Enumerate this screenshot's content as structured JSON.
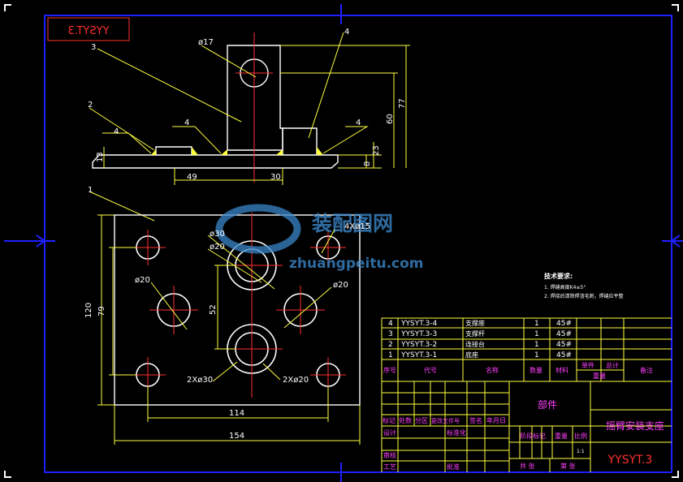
{
  "title_stamp": "YYSYT.3",
  "balloons": [
    "3",
    "2",
    "4",
    "1"
  ],
  "dims": {
    "d17": "ø17",
    "w49": "49",
    "w30": "30",
    "h77": "77",
    "h60": "60",
    "h23": "23",
    "h8": "8",
    "h13": "13",
    "weld": "4",
    "hole4": "4Xø15",
    "d30": "ø30",
    "d20": "ø20",
    "d20_left": "ø20",
    "d20_right": "ø20",
    "h120": "120",
    "h79": "79",
    "h52": "52",
    "w114": "114",
    "w154": "154",
    "two_d30": "2Xø30",
    "two_d20": "2Xø20"
  },
  "watermark": {
    "cn": "装配图网",
    "url": "zhuangpeitu.com"
  },
  "tech": {
    "title": "技术要求:",
    "line1": "1. 焊缝高度K4≥5°",
    "line2": "2. 焊接后清除焊渣毛刺，焊缝应平整"
  },
  "parts": [
    {
      "no": "4",
      "code": "YYSYT.3-4",
      "name": "支撑座",
      "qty": "1",
      "mat": "45#"
    },
    {
      "no": "3",
      "code": "YYSYT.3-3",
      "name": "支撑杆",
      "qty": "1",
      "mat": "45#"
    },
    {
      "no": "2",
      "code": "YYSYT.3-2",
      "name": "连接台",
      "qty": "1",
      "mat": "45#"
    },
    {
      "no": "1",
      "code": "YYSYT.3-1",
      "name": "底座",
      "qty": "1",
      "mat": "45#"
    }
  ],
  "header": {
    "no": "序号",
    "code": "代号",
    "name": "名称",
    "qty": "数量",
    "mat": "材料",
    "unit": "单件",
    "total": "总计",
    "weight": "重量",
    "note": "备注"
  },
  "title_block": {
    "assembly": "部件",
    "drawing_name": "摇臂安装支座",
    "drawing_no": "YYSYT.3",
    "marks": [
      "标记",
      "处数",
      "分区",
      "更改文件号",
      "签名",
      "年月日"
    ],
    "design": "设计",
    "standard": "标准化",
    "stage": "阶段标记",
    "weight": "重量",
    "scale": "比例",
    "scale_val": "1:1",
    "check": "审核",
    "process": "工艺",
    "approve": "批准",
    "total_sheets": "共   张",
    "sheet_no": "第   张"
  }
}
